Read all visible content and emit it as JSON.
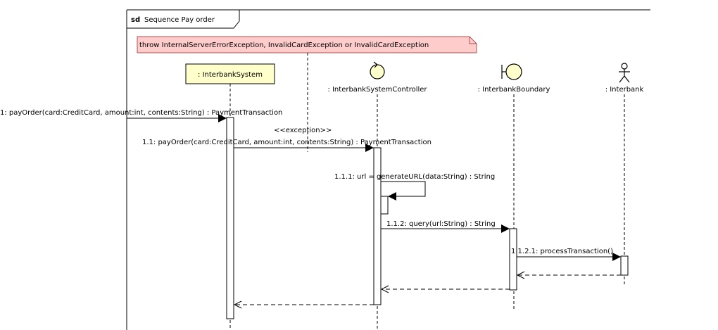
{
  "frame": {
    "keyword": "sd",
    "name": "Sequence Pay order"
  },
  "note": {
    "text": "throw InternalServerErrorException, InvalidCardException or InvalidCardException",
    "fill": "#ffcccc",
    "stroke": "#b05050"
  },
  "lifelines": [
    {
      "id": "interbank-system",
      "label": ": InterbankSystem",
      "kind": "class",
      "fill": "#ffffcc"
    },
    {
      "id": "controller",
      "label": ": InterbankSystemController",
      "kind": "control",
      "fill": "#ffffcc"
    },
    {
      "id": "boundary",
      "label": ": InterbankBoundary",
      "kind": "boundary",
      "fill": "#ffffcc"
    },
    {
      "id": "interbank",
      "label": ": Interbank",
      "kind": "actor",
      "fill": "#ffffff"
    }
  ],
  "messages": [
    {
      "id": "m1",
      "label": "1: payOrder(card:CreditCard, amount:int, contents:String) : PaymentTransaction",
      "type": "sync"
    },
    {
      "id": "m1-1",
      "label": "1.1: payOrder(card:CreditCard, amount:int, contents:String) : PaymentTransaction",
      "stereotype": "<<exception>>",
      "type": "sync"
    },
    {
      "id": "m1-1-1",
      "label": "1.1.1: url = generateURL(data:String) : String",
      "type": "self"
    },
    {
      "id": "m1-1-2",
      "label": "1.1.2: query(url:String) : String",
      "type": "sync"
    },
    {
      "id": "m1-1-2-1",
      "label": "1.1.2.1: processTransaction()",
      "type": "sync"
    },
    {
      "id": "r1",
      "label": "",
      "type": "return"
    },
    {
      "id": "r2",
      "label": "",
      "type": "return"
    },
    {
      "id": "r3",
      "label": "",
      "type": "return"
    }
  ]
}
